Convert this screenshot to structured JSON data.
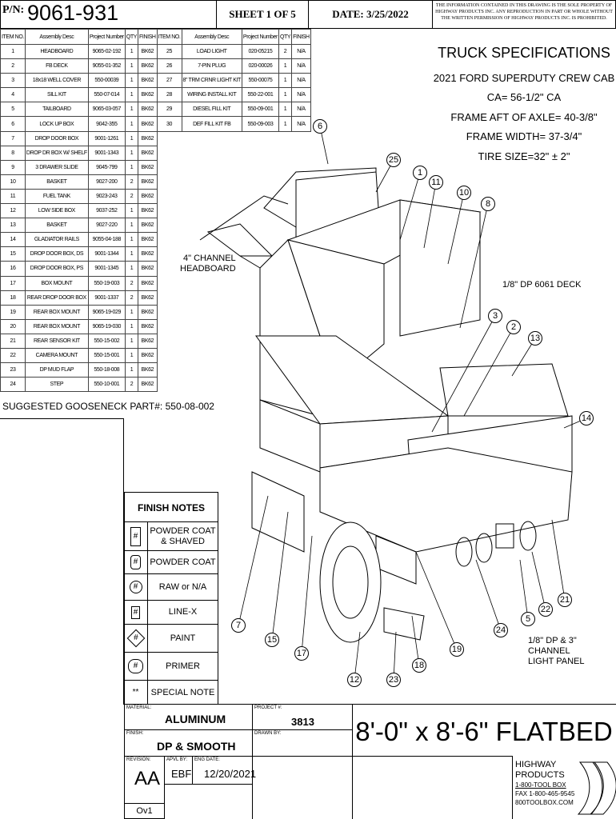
{
  "header": {
    "pn_label": "P/N:",
    "pn": "9061-931",
    "sheet": "SHEET 1 OF 5",
    "date": "DATE: 3/25/2022",
    "notice": "THE INFORMATION CONTAINED IN THIS DRAWING IS THE SOLE PROPERTY OF HIGHWAY PRODUCTS INC. ANY REPRODUCTION IN PART OR WHOLE WITHOUT THE WRITTEN PERMISSION OF HIGHWAY PRODUCTS INC. IS PROHIBITED."
  },
  "bom": {
    "columns": [
      "ITEM NO.",
      "Assembly Desc",
      "Project Number",
      "QTY",
      "FINISH"
    ],
    "left": [
      [
        "1",
        "HEADBOARD",
        "9065-02-192",
        "1",
        "BK62"
      ],
      [
        "2",
        "FB DECK",
        "9055-01-352",
        "1",
        "BK62"
      ],
      [
        "3",
        "18x18 WELL COVER",
        "550-00039",
        "1",
        "BK62"
      ],
      [
        "4",
        "SILL KIT",
        "550-07-014",
        "1",
        "BK62"
      ],
      [
        "5",
        "TAILBOARD",
        "9065-03-057",
        "1",
        "BK62"
      ],
      [
        "6",
        "LOCK UP BOX",
        "9042-355",
        "1",
        "BK62"
      ],
      [
        "7",
        "DROP DOOR BOX",
        "9001-1261",
        "1",
        "BK62"
      ],
      [
        "8",
        "DROP DR BOX W/ SHELF",
        "9001-1343",
        "1",
        "BK62"
      ],
      [
        "9",
        "3 DRAWER SLIDE",
        "9045-799",
        "1",
        "BK62"
      ],
      [
        "10",
        "BASKET",
        "9027-200",
        "2",
        "BK62"
      ],
      [
        "11",
        "FUEL TANK",
        "9023-243",
        "2",
        "BK62"
      ],
      [
        "12",
        "LOW SIDE BOX",
        "9037-252",
        "1",
        "BK62"
      ],
      [
        "13",
        "BASKET",
        "9027-220",
        "1",
        "BK62"
      ],
      [
        "14",
        "GLADIATOR RAILS",
        "9055-04-188",
        "1",
        "BK62"
      ],
      [
        "15",
        "DROP DOOR BOX, DS",
        "9001-1344",
        "1",
        "BK62"
      ],
      [
        "16",
        "DROP DOOR BOX, PS",
        "9001-1345",
        "1",
        "BK62"
      ],
      [
        "17",
        "BOX MOUNT",
        "550-19-003",
        "2",
        "BK62"
      ],
      [
        "18",
        "REAR DROP DOOR BOX",
        "9001-1337",
        "2",
        "BK62"
      ],
      [
        "19",
        "REAR BOX MOUNT",
        "9065-19-029",
        "1",
        "BK62"
      ],
      [
        "20",
        "REAR BOX MOUNT",
        "9065-19-030",
        "1",
        "BK62"
      ],
      [
        "21",
        "REAR SENSOR KIT",
        "550-15-002",
        "1",
        "BK62"
      ],
      [
        "22",
        "CAMERA MOUNT",
        "550-15-001",
        "1",
        "BK62"
      ],
      [
        "23",
        "DP MUD FLAP",
        "550-18-008",
        "1",
        "BK62"
      ],
      [
        "24",
        "STEP",
        "550-10-001",
        "2",
        "BK62"
      ]
    ],
    "right": [
      [
        "25",
        "LOAD LIGHT",
        "020-05215",
        "2",
        "N/A"
      ],
      [
        "26",
        "7-PIN PLUG",
        "020-00026",
        "1",
        "N/A"
      ],
      [
        "27",
        "8\" TRM CRNR LIGHT KIT",
        "550-00075",
        "1",
        "N/A"
      ],
      [
        "28",
        "WIRING INSTALL KIT",
        "550-22-001",
        "1",
        "N/A"
      ],
      [
        "29",
        "DIESEL FILL KIT",
        "550-09-001",
        "1",
        "N/A"
      ],
      [
        "30",
        "DEF FILL KIT FB",
        "550-09-003",
        "1",
        "N/A"
      ]
    ]
  },
  "gooseneck": "SUGGESTED GOOSENECK PART#: 550-08-002",
  "specs": {
    "title": "TRUCK SPECIFICATIONS",
    "lines": [
      "2021 FORD SUPERDUTY CREW CAB",
      "CA= 56-1/2\" CA",
      "FRAME AFT OF AXLE= 40-3/8\"",
      "FRAME WIDTH= 37-3/4\"",
      "TIRE SIZE=32\" ± 2\""
    ]
  },
  "drawing": {
    "balloons": [
      "6",
      "25",
      "1",
      "11",
      "10",
      "8",
      "3",
      "2",
      "13",
      "14",
      "7",
      "15",
      "17",
      "12",
      "23",
      "18",
      "19",
      "24",
      "5",
      "22",
      "21"
    ],
    "labels": {
      "headboard": "4\" CHANNEL\nHEADBOARD",
      "deck": "1/8\" DP 6061 DECK",
      "light_panel": "1/8\" DP & 3\"\nCHANNEL\nLIGHT PANEL"
    }
  },
  "finish_notes": {
    "title": "FINISH NOTES",
    "symbol": "#",
    "special_symbol": "**",
    "items": [
      "POWDER COAT\n& SHAVED",
      "POWDER COAT",
      "RAW or N/A",
      "LINE-X",
      "PAINT",
      "PRIMER",
      "SPECIAL NOTE"
    ]
  },
  "title_block": {
    "material_label": "MATERIAL:",
    "material": "ALUMINUM",
    "project_label": "PROJECT #:",
    "project": "3813",
    "finish_label": "FINISH:",
    "finish": "DP & SMOOTH",
    "drawn_label": "DRAWN BY:",
    "revision_label": "REVISION:",
    "revision": "AA",
    "revision_sub": "Ov1",
    "apvl_label": "APVL BY:",
    "apvl": "EBF",
    "eng_date_label": "ENG DATE:",
    "eng_date": "12/20/2021",
    "title": "8'-0\" x 8'-6\"  FLATBED"
  },
  "company": {
    "name1": "HIGHWAY",
    "name2": "PRODUCTS",
    "phone": "1-800-TOOL BOX",
    "fax": "FAX 1-800-465-9545",
    "web": "800TOOLBOX.COM"
  }
}
